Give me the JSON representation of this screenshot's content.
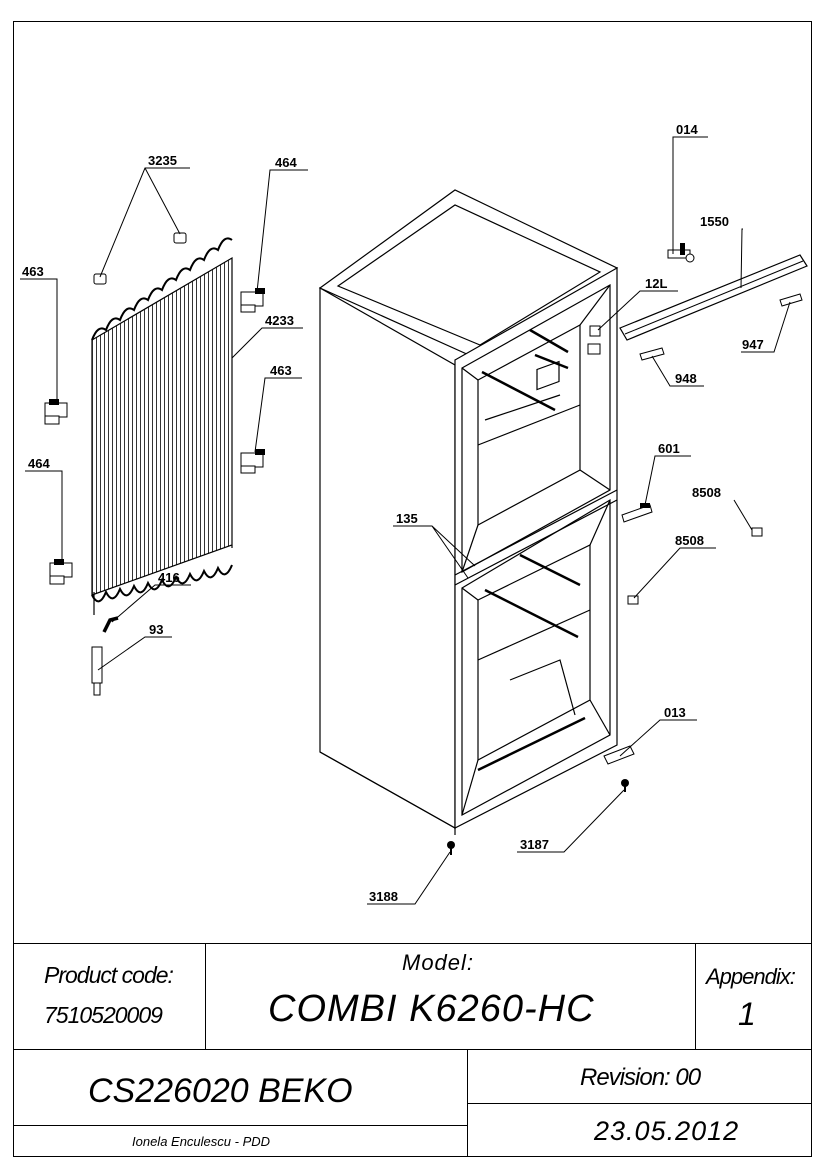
{
  "title_block": {
    "product_code_label": "Product code:",
    "product_code": "7510520009",
    "model_label": "Model:",
    "model": "COMBI K6260-HC",
    "appendix_label": "Appendix:",
    "appendix": "1",
    "document": "CS226020 BEKO",
    "revision": "Revision: 00",
    "author": "Ionela Enculescu - PDD",
    "date": "23.05.2012"
  },
  "callouts": {
    "c3235": "3235",
    "c464a": "464",
    "c463a": "463",
    "c4233": "4233",
    "c463b": "463",
    "c464b": "464",
    "c416": "416",
    "c93": "93",
    "c014": "014",
    "c1550": "1550",
    "c12l": "12L",
    "c947": "947",
    "c948": "948",
    "c601": "601",
    "c8508a": "8508",
    "c8508b": "8508",
    "c135": "135",
    "c013": "013",
    "c3187": "3187",
    "c3188": "3188"
  }
}
